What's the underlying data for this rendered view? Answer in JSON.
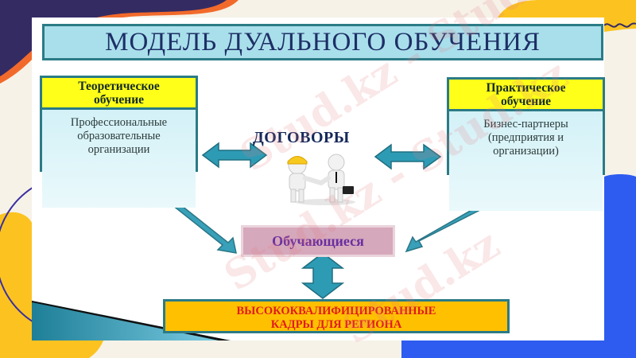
{
  "slide": {
    "title": "МОДЕЛЬ ДУАЛЬНОГО ОБУЧЕНИЯ",
    "theory": {
      "header_line1": "Теоретическое",
      "header_line2": "обучение",
      "body_line1": "Профессиональные",
      "body_line2": "образовательные",
      "body_line3": "организации"
    },
    "practice": {
      "header_line1": "Практическое",
      "header_line2": "обучение",
      "body_line1": "Бизнес-партнеры",
      "body_line2": "(предприятия и",
      "body_line3": "организации)"
    },
    "contracts_label": "ДОГОВОРЫ",
    "students_label": "Обучающиеся",
    "result_line1": "ВЫСОКОКВАЛИФИЦИРОВАННЫЕ",
    "result_line2": "КАДРЫ ДЛЯ РЕГИОНА",
    "icons": {
      "handshake": "handshake-figures-icon",
      "arrows": [
        "double-arrow-horizontal",
        "double-arrow-diagonal",
        "double-arrow-vertical"
      ]
    }
  },
  "watermark": {
    "text1": "Stud.kz - Stud.kz",
    "text2": "Stud.kz - Stud.kz",
    "text3": "Stud.kz"
  },
  "colors": {
    "background": "#f6f2e8",
    "navy_blob": "#352b63",
    "orange_stripe": "#f26a2b",
    "yellow_blob": "#fcc320",
    "blue_frame": "#2e5cf0",
    "title_fill": "#a9dfeb",
    "border_teal": "#2b7b86",
    "header_yellow": "#ffff1a",
    "arrow_teal": "#2e9bb5",
    "students_pink": "#d6a8bb",
    "students_text": "#6a2fa0",
    "result_gold": "#ffc000",
    "result_text": "#e01b1b"
  }
}
